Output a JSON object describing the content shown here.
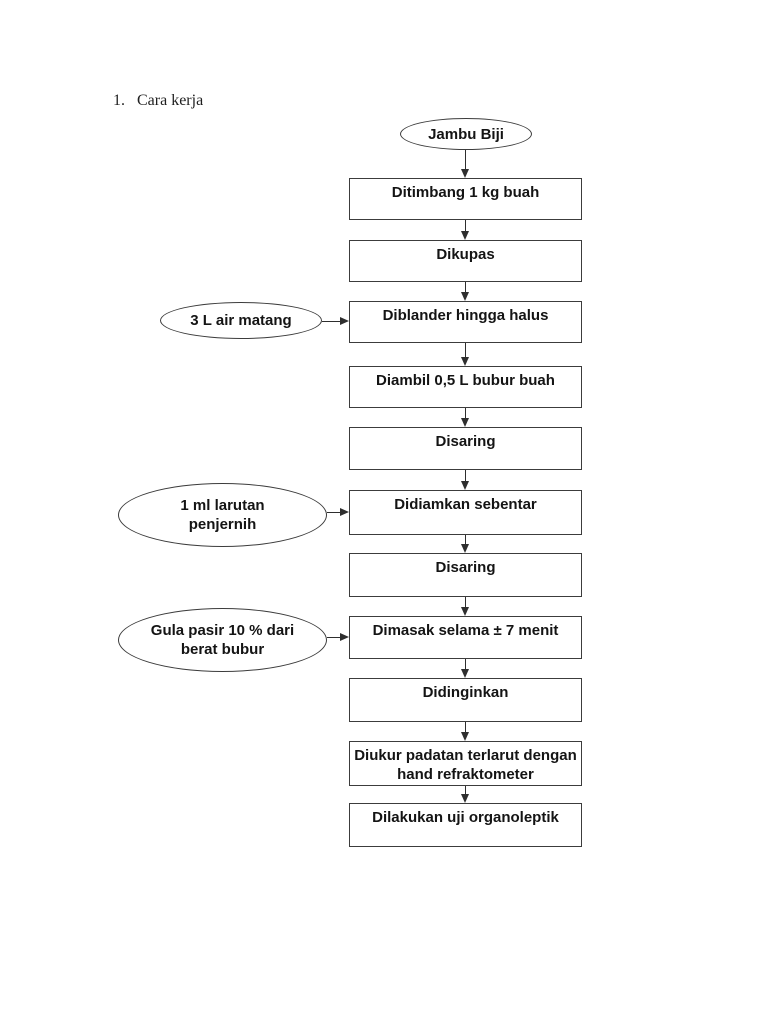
{
  "heading": {
    "number": "1.",
    "label": "Cara kerja"
  },
  "flowchart": {
    "start_label": "Jambu Biji",
    "steps": [
      "Ditimbang 1 kg buah",
      "Dikupas",
      "Diblander hingga halus",
      "Diambil 0,5 L bubur buah",
      "Disaring",
      "Didiamkan sebentar",
      "Disaring",
      "Dimasak selama ± 7 menit",
      "Didinginkan",
      "Diukur padatan terlarut dengan\nhand refraktometer",
      "Dilakukan uji organoleptik"
    ],
    "inputs": [
      "3 L air matang",
      "1 ml larutan\npenjernih",
      "Gula pasir 10 % dari\nberat bubur"
    ],
    "colors": {
      "line": "#2e2e2e",
      "text": "#141414",
      "paper": "#ffffff"
    }
  }
}
